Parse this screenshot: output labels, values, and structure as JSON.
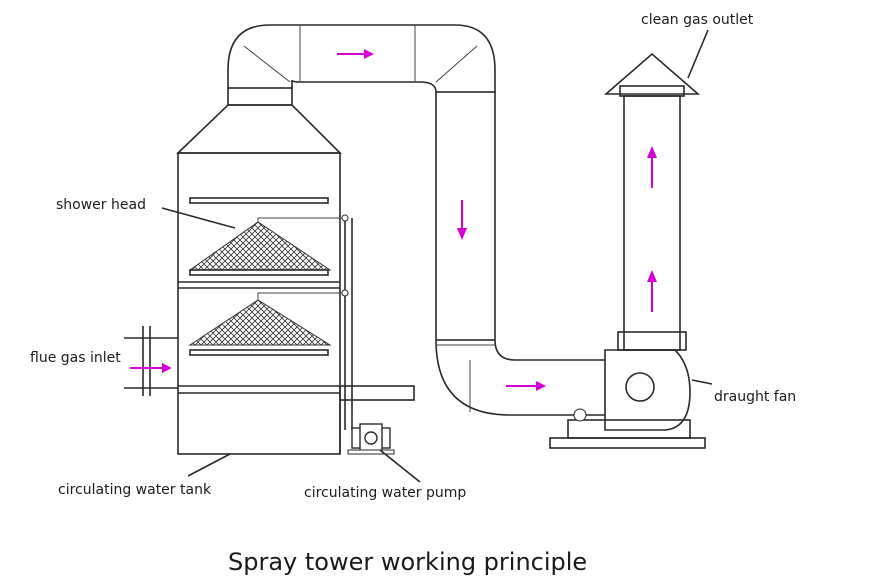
{
  "diagram": {
    "labels": {
      "clean_gas_outlet": "clean gas outlet",
      "shower_head": "shower head",
      "flue_gas_inlet": "flue gas inlet",
      "draught_fan": "draught fan",
      "circulating_water_tank": "circulating water tank",
      "circulating_water_pump": "circulating water pump"
    },
    "caption": "Spray tower working principle",
    "colors": {
      "line": "#2a2a2a",
      "flow_arrow": "#d400d4",
      "fill": "#ffffff"
    }
  }
}
